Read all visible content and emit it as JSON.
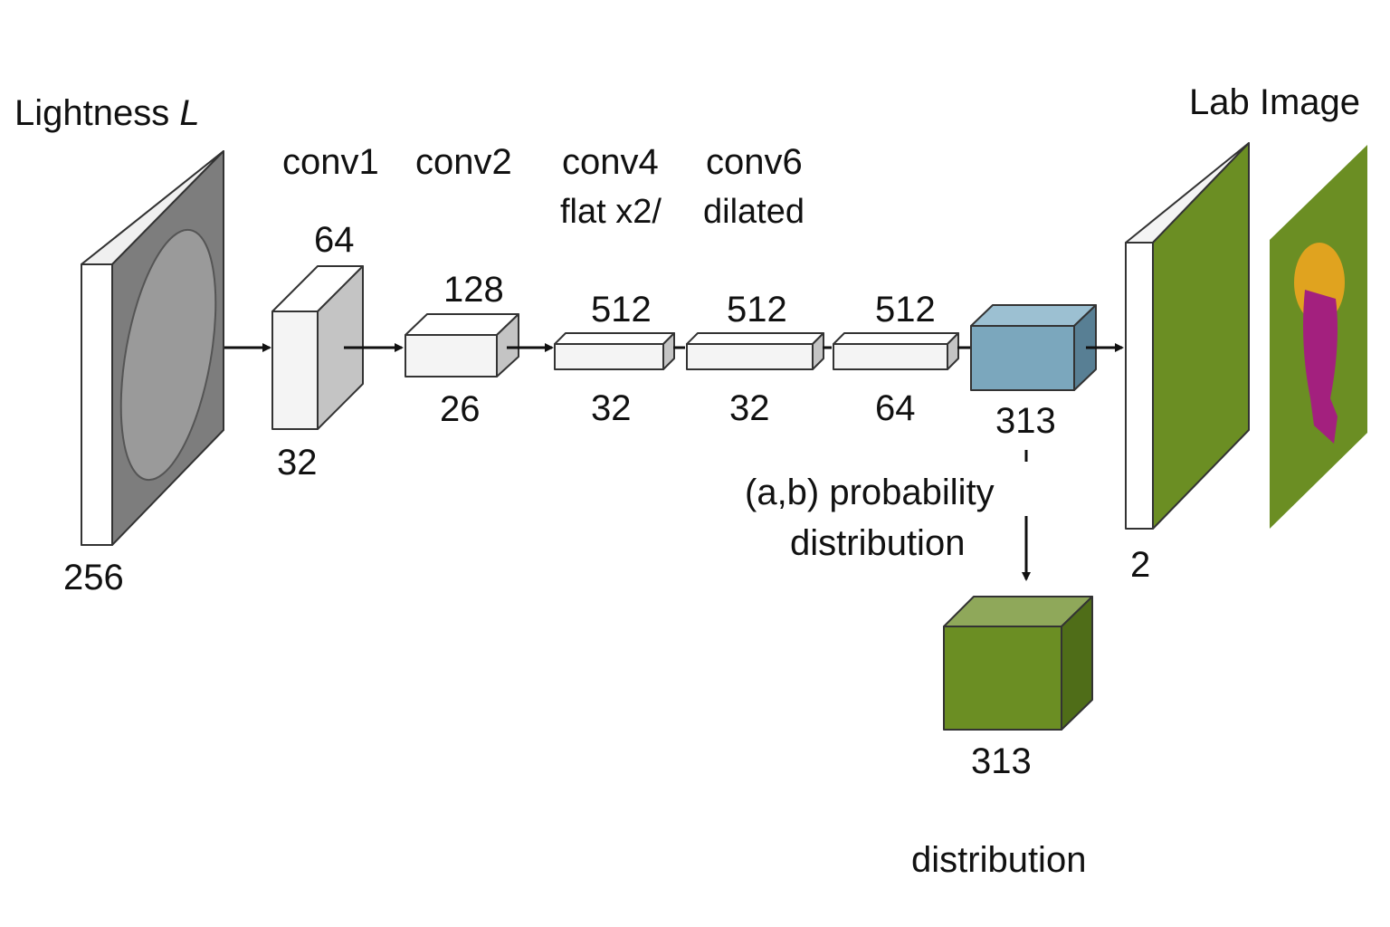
{
  "title_left": "Lightness L",
  "title_left_main": "Lightness",
  "title_left_var": "L",
  "title_right": "Lab Image",
  "layer_names": {
    "conv1": "conv1",
    "conv2": "conv2",
    "conv4": "conv4",
    "conv4_sub": "flat x2/",
    "conv6": "conv6",
    "conv6_sub": "dilated"
  },
  "blocks": {
    "input": {
      "bottom": "256"
    },
    "b1": {
      "top": "64",
      "bottom": "32"
    },
    "b2": {
      "top": "128",
      "bottom": "26"
    },
    "b3": {
      "top": "512",
      "bottom": "32"
    },
    "b4": {
      "top": "512",
      "bottom": "32"
    },
    "b5": {
      "top": "512",
      "bottom": "64"
    },
    "b6": {
      "bottom": "313"
    },
    "output": {
      "bottom": "2"
    },
    "dist": {
      "bottom": "313"
    }
  },
  "annotations": {
    "prob_line1": "(a,b) probability",
    "prob_line2": "distribution",
    "dist_label": "distribution"
  },
  "colors": {
    "input_face": "#7d7d7d",
    "block_face": "#f4f4f4",
    "block_top": "#ffffff",
    "block_side": "#c4c4c4",
    "blue_front": "#7ba7bd",
    "blue_top": "#9cc0d2",
    "blue_side": "#587f94",
    "green_front": "#6b8e23",
    "green_top": "#8fa85a",
    "green_side": "#4f6d18",
    "output_face": "#6b8e23",
    "face_hair": "#e0a31f",
    "face_skin": "#a3207e"
  }
}
